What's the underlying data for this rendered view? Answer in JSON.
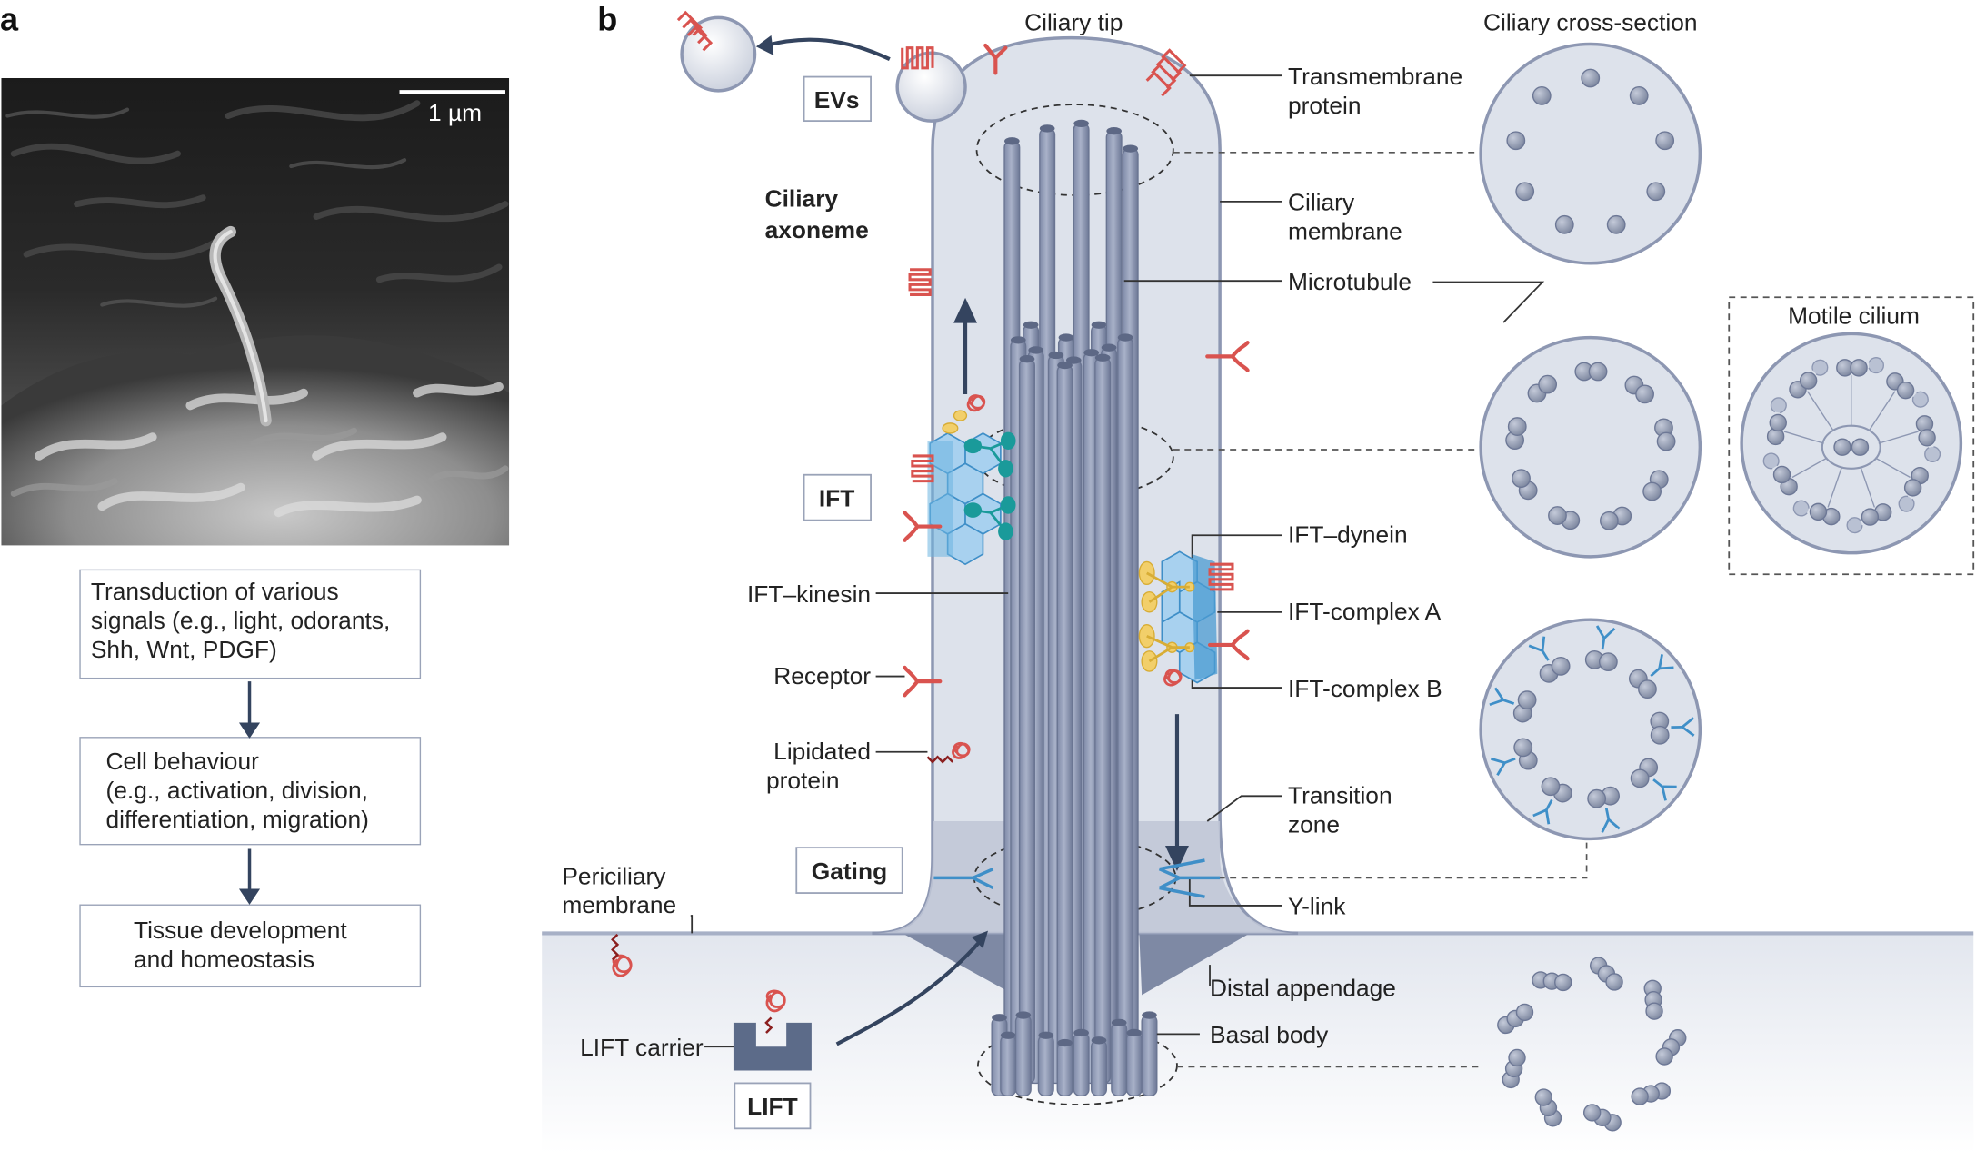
{
  "panel_a": {
    "label": "a",
    "scale_bar": "1 µm",
    "boxes": [
      [
        "Transduction of various",
        "signals (e.g., light, odorants,",
        "Shh, Wnt, PDGF)"
      ],
      [
        "Cell behaviour",
        "(e.g., activation, division,",
        "differentiation, migration)"
      ],
      [
        "Tissue development",
        "and homeostasis"
      ]
    ]
  },
  "panel_b": {
    "label": "b",
    "ciliary_tip": "Ciliary tip",
    "cross_section_title": "Ciliary cross-section",
    "motile_title": "Motile cilium",
    "axoneme": [
      "Ciliary",
      "axoneme"
    ],
    "boxes": {
      "evs": "EVs",
      "ift": "IFT",
      "gating": "Gating",
      "lift": "LIFT"
    },
    "labels": {
      "transmembrane": [
        "Transmembrane",
        "protein"
      ],
      "ciliary_membrane": [
        "Ciliary",
        "membrane"
      ],
      "microtubule": "Microtubule",
      "ift_dynein": "IFT–dynein",
      "ift_complex_a": "IFT-complex A",
      "ift_complex_b": "IFT-complex B",
      "transition_zone": [
        "Transition",
        "zone"
      ],
      "y_link": "Y-link",
      "distal_appendage": "Distal appendage",
      "basal_body": "Basal body",
      "ift_kinesin": "IFT–kinesin",
      "receptor": "Receptor",
      "lipidated": [
        "Lipidated",
        "protein"
      ],
      "periciliary": [
        "Periciliary",
        "membrane"
      ],
      "lift_carrier": "LIFT carrier"
    }
  },
  "colors": {
    "cilium_fill": "#dfe3ec",
    "cilium_stroke": "#8d97b2",
    "microtubule": "#8e99b5",
    "protein_red": "#d9534f",
    "ift_blue": "#6cb4e0",
    "ift_teal": "#1a9a9a",
    "ift_yellow": "#f2cf6a",
    "dark_arrow": "#34445f"
  }
}
